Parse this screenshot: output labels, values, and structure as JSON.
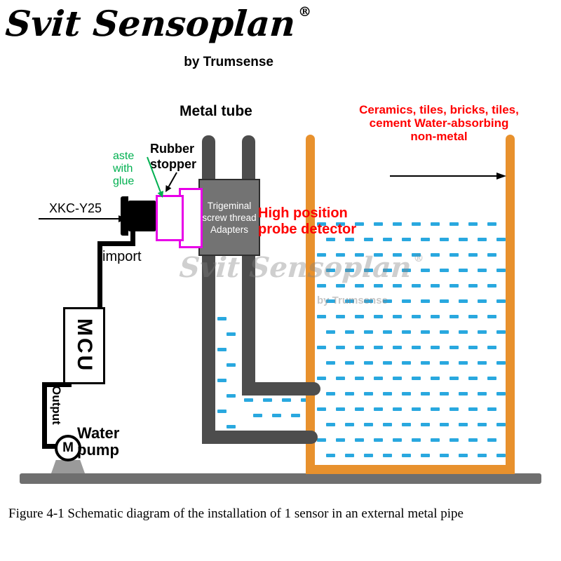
{
  "brand": {
    "logo": "Svit Sensoplan",
    "reg": "®",
    "byline": "by Trumsense"
  },
  "watermark": {
    "logo": "Svit Sensoplan",
    "reg": "®",
    "byline": "by Trumsense"
  },
  "diagram": {
    "metal_tube": "Metal tube",
    "ceramics": {
      "line1": "Ceramics, tiles, bricks, tiles,",
      "line2": "cement Water-absorbing",
      "line3": "non-metal"
    },
    "rubber": {
      "line1": "Rubber",
      "line2": "stopper"
    },
    "glue": {
      "line1": "aste",
      "line2": "with",
      "line3": "glue"
    },
    "sensor_model": "XKC-Y25",
    "import_label": "import",
    "adapter": {
      "line1": "Trigeminal",
      "line2": "screw thread",
      "line3": "Adapters"
    },
    "high_position": {
      "line1": "High position",
      "line2": "probe detector"
    },
    "mcu": "MCU",
    "output": "Output",
    "pump_motor": "M",
    "water_pump": {
      "line1": "Water",
      "line2": "pump"
    }
  },
  "caption": "Figure 4-1 Schematic diagram of the installation of 1 sensor in an external metal pipe",
  "colors": {
    "container_wall": "#E8912D",
    "water_dash": "#29A8DF",
    "metal_tube": "#4D4D4D",
    "rubber_stopper": "#E800E8",
    "highlight_red": "#FF0000",
    "glue_green": "#00B050",
    "ground": "#6F6F6F",
    "adapter_box": "#737373"
  }
}
